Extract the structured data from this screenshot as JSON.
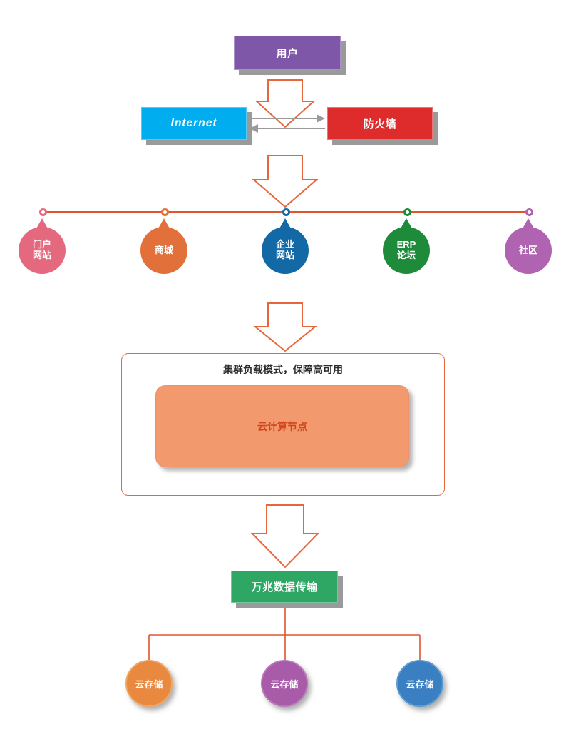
{
  "diagram": {
    "title": "",
    "colors": {
      "line": "#E0552B",
      "arrow_outline": "#E8663C",
      "shadow": "#9a9a9a"
    },
    "top": {
      "user": {
        "label": "用户",
        "color": "#7E57A8"
      },
      "internet": {
        "label": "Internet",
        "color": "#00ADEF"
      },
      "firewall": {
        "label": "防火墙",
        "color": "#DE2B2B"
      },
      "link_arrows": "bidirectional-gray-arrows"
    },
    "nodes": [
      {
        "label_line1": "门户",
        "label_line2": "网站",
        "color": "#E4697E",
        "marker_border": "#E4697E"
      },
      {
        "label_line1": "商城",
        "label_line2": "",
        "color": "#E2703A",
        "marker_border": "#E2703A"
      },
      {
        "label_line1": "企业",
        "label_line2": "网站",
        "color": "#1369A6",
        "marker_border": "#1369A6"
      },
      {
        "label_line1": "ERP",
        "label_line2": "论坛",
        "color": "#1E8B3B",
        "marker_border": "#1E8B3B"
      },
      {
        "label_line1": "社区",
        "label_line2": "",
        "color": "#B063B0",
        "marker_border": "#B063B0"
      }
    ],
    "cluster": {
      "title": "集群负载模式，保障高可用",
      "node_label": "云计算节点",
      "node_fill": "#F2996E",
      "node_text_color": "#D2441B",
      "border_color": "#E8663C"
    },
    "transfer": {
      "label": "万兆数据传输",
      "color": "#2EA765"
    },
    "storage": [
      {
        "label": "云存储",
        "color": "#E9883F",
        "border": "#F0A766"
      },
      {
        "label": "云存储",
        "color": "#A85BA8",
        "border": "#BA7ABA"
      },
      {
        "label": "云存储",
        "color": "#3A7FC1",
        "border": "#5E9BD0"
      }
    ]
  }
}
